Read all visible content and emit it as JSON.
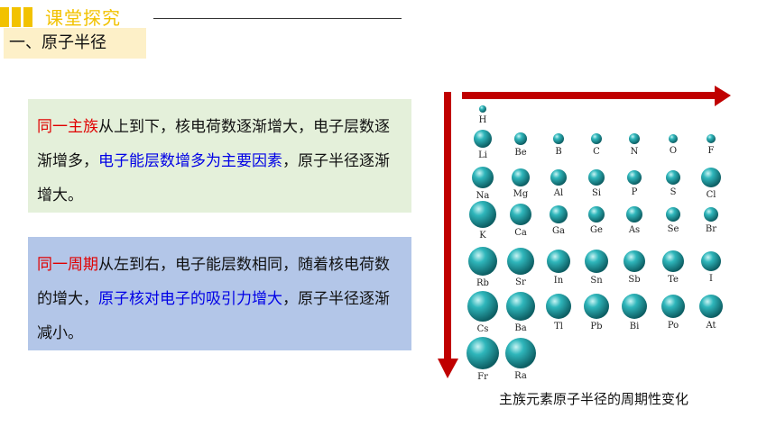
{
  "header": {
    "title": "课堂探究"
  },
  "section": {
    "title": "一、原子半径"
  },
  "box1": {
    "p1_red": "同一主族",
    "p2": "从上到下，核电荷数逐渐增大，",
    "p3": "电子层数逐渐增多，",
    "p4_blue": "电子能层数增多为主要因素",
    "p5": "，原子半径逐渐增大。"
  },
  "box2": {
    "p1_red": "同一周期",
    "p2": "从左到右，电子能层数相同，随着核电荷数的增大，",
    "p3_blue": "原子核对电子的吸引力增大",
    "p4": "，原子半径逐渐减小。"
  },
  "figure": {
    "caption": "主族元素原子半径的周期性变化",
    "arrow_color": "#c00000",
    "sphere_color": "#1a9aa0",
    "rows": [
      [
        {
          "sym": "H",
          "col": 0,
          "r": 4
        }
      ],
      [
        {
          "sym": "Li",
          "col": 0,
          "r": 10
        },
        {
          "sym": "Be",
          "col": 1,
          "r": 7
        },
        {
          "sym": "B",
          "col": 2,
          "r": 6
        },
        {
          "sym": "C",
          "col": 3,
          "r": 6
        },
        {
          "sym": "N",
          "col": 4,
          "r": 6
        },
        {
          "sym": "O",
          "col": 5,
          "r": 5
        },
        {
          "sym": "F",
          "col": 6,
          "r": 5
        }
      ],
      [
        {
          "sym": "Na",
          "col": 0,
          "r": 12
        },
        {
          "sym": "Mg",
          "col": 1,
          "r": 10
        },
        {
          "sym": "Al",
          "col": 2,
          "r": 9
        },
        {
          "sym": "Si",
          "col": 3,
          "r": 9
        },
        {
          "sym": "P",
          "col": 4,
          "r": 8
        },
        {
          "sym": "S",
          "col": 5,
          "r": 8
        },
        {
          "sym": "Cl",
          "col": 6,
          "r": 11
        }
      ],
      [
        {
          "sym": "K",
          "col": 0,
          "r": 15
        },
        {
          "sym": "Ca",
          "col": 1,
          "r": 12
        },
        {
          "sym": "Ga",
          "col": 2,
          "r": 10
        },
        {
          "sym": "Ge",
          "col": 3,
          "r": 9
        },
        {
          "sym": "As",
          "col": 4,
          "r": 9
        },
        {
          "sym": "Se",
          "col": 5,
          "r": 8
        },
        {
          "sym": "Br",
          "col": 6,
          "r": 8
        }
      ],
      [
        {
          "sym": "Rb",
          "col": 0,
          "r": 16
        },
        {
          "sym": "Sr",
          "col": 1,
          "r": 15
        },
        {
          "sym": "In",
          "col": 2,
          "r": 13
        },
        {
          "sym": "Sn",
          "col": 3,
          "r": 13
        },
        {
          "sym": "Sb",
          "col": 4,
          "r": 12
        },
        {
          "sym": "Te",
          "col": 5,
          "r": 12
        },
        {
          "sym": "I",
          "col": 6,
          "r": 11
        }
      ],
      [
        {
          "sym": "Cs",
          "col": 0,
          "r": 17
        },
        {
          "sym": "Ba",
          "col": 1,
          "r": 16
        },
        {
          "sym": "Tl",
          "col": 2,
          "r": 14
        },
        {
          "sym": "Pb",
          "col": 3,
          "r": 14
        },
        {
          "sym": "Bi",
          "col": 4,
          "r": 14
        },
        {
          "sym": "Po",
          "col": 5,
          "r": 13
        },
        {
          "sym": "At",
          "col": 6,
          "r": 13
        }
      ],
      [
        {
          "sym": "Fr",
          "col": 0,
          "r": 18
        },
        {
          "sym": "Ra",
          "col": 1,
          "r": 17
        }
      ]
    ]
  }
}
